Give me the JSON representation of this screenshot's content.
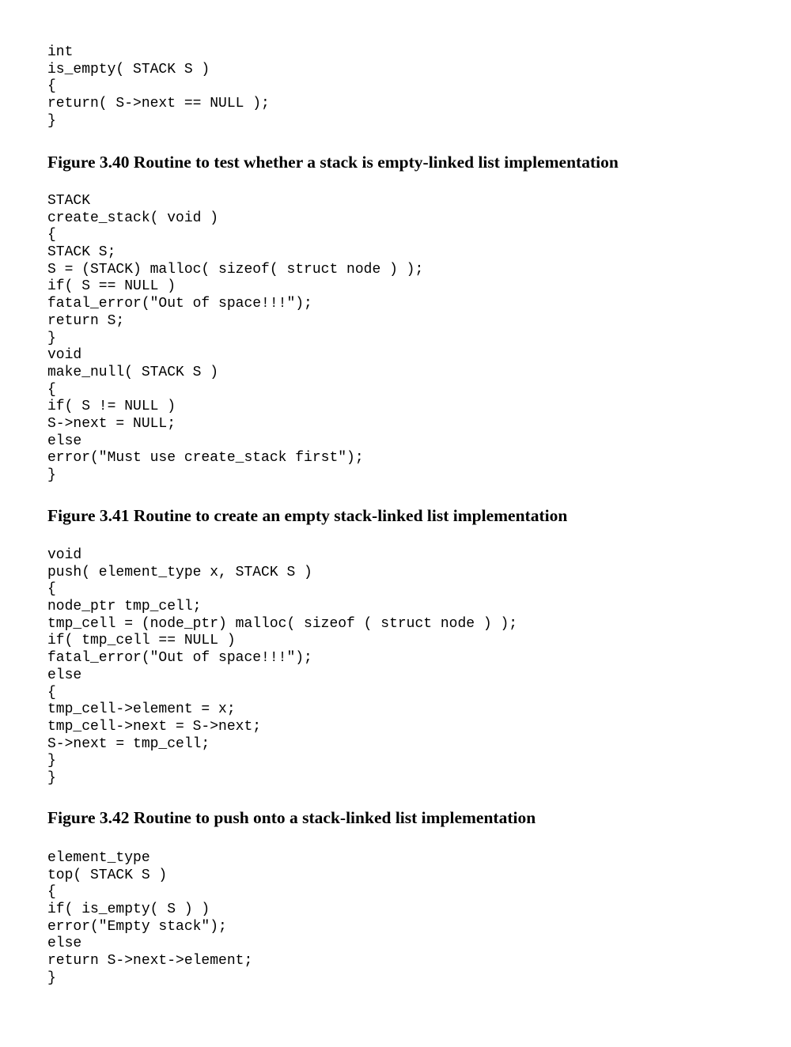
{
  "sections": [
    {
      "code": [
        "int",
        "is_empty( STACK S )",
        "{",
        "return( S->next == NULL );",
        "}"
      ],
      "caption": "Figure 3.40 Routine to test whether a stack is empty-linked list implementation"
    },
    {
      "code": [
        "STACK",
        "create_stack( void )",
        "{",
        "STACK S;",
        "S = (STACK) malloc( sizeof( struct node ) );",
        "if( S == NULL )",
        "fatal_error(\"Out of space!!!\");",
        "return S;",
        "}",
        "void",
        "make_null( STACK S )",
        "{",
        "if( S != NULL )",
        "S->next = NULL;",
        "else",
        "error(\"Must use create_stack first\");",
        "}"
      ],
      "caption": "Figure 3.41 Routine to create an empty stack-linked list implementation"
    },
    {
      "code": [
        "void",
        "push( element_type x, STACK S )",
        "{",
        "node_ptr tmp_cell;",
        "tmp_cell = (node_ptr) malloc( sizeof ( struct node ) );",
        "if( tmp_cell == NULL )",
        "fatal_error(\"Out of space!!!\");",
        "else",
        "{",
        "tmp_cell->element = x;",
        "tmp_cell->next = S->next;",
        "S->next = tmp_cell;",
        "}",
        "}"
      ],
      "caption": "Figure 3.42 Routine to push onto a stack-linked list implementation"
    },
    {
      "code": [
        "element_type",
        "top( STACK S )",
        "{",
        "if( is_empty( S ) )",
        "error(\"Empty stack\");",
        "else",
        "return S->next->element;",
        "}"
      ]
    }
  ]
}
